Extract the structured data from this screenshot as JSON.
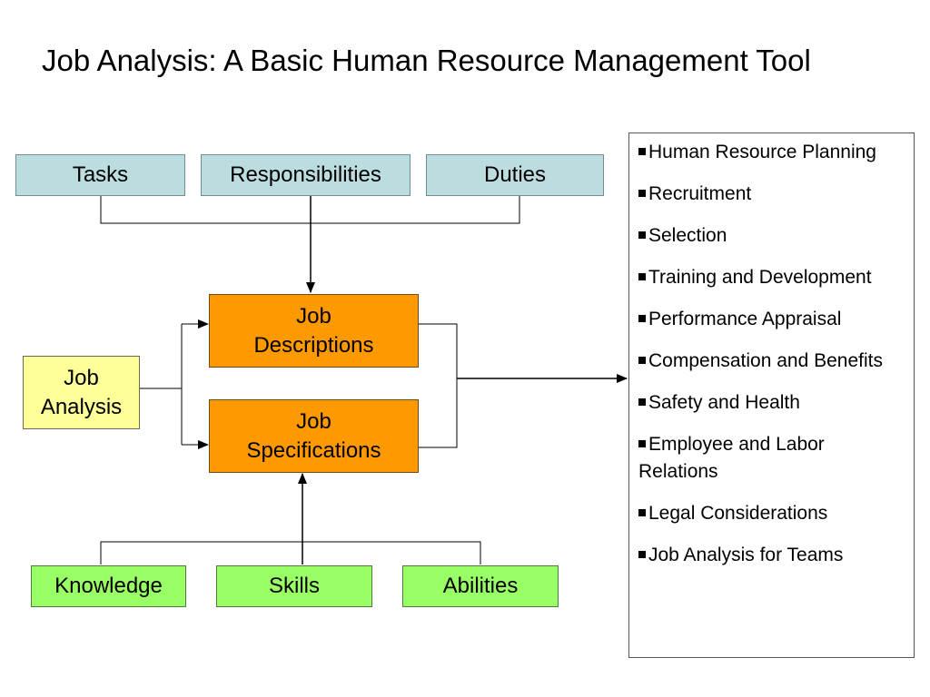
{
  "title": "Job Analysis: A Basic Human Resource Management Tool",
  "top_boxes": [
    "Tasks",
    "Responsibilities",
    "Duties"
  ],
  "job_analysis": "Job Analysis",
  "job_descriptions": "Job Descriptions",
  "job_specifications": "Job Specifications",
  "bottom_boxes": [
    "Knowledge",
    "Skills",
    "Abilities"
  ],
  "applications": [
    "Human Resource Planning",
    "Recruitment",
    "Selection",
    "Training and Development",
    "Performance Appraisal",
    "Compensation and Benefits",
    "Safety and Health",
    "Employee and Labor Relations",
    "Legal Considerations",
    "Job Analysis for Teams"
  ],
  "colors": {
    "top_fill": "#bcdde0",
    "center_fill": "#ff9900",
    "job_analysis_fill": "#ffff99",
    "bottom_fill": "#99ff66"
  }
}
